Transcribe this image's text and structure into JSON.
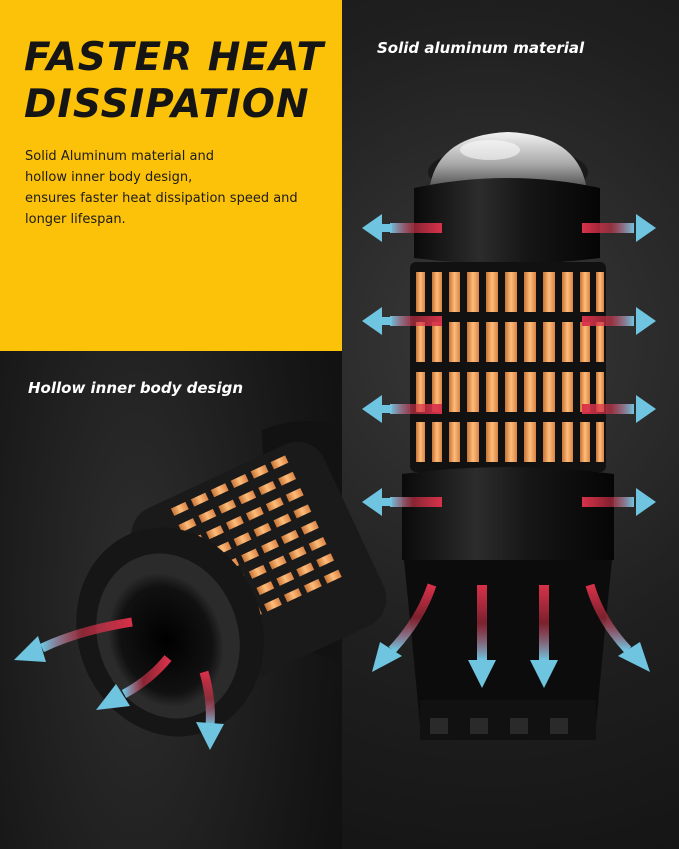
{
  "headline": {
    "line1": "FASTER HEAT",
    "line2": "DISSIPATION"
  },
  "description": {
    "lines": [
      "Solid Aluminum material and",
      "hollow inner body design,",
      "ensures faster heat dissipation speed and",
      "longer lifespan."
    ]
  },
  "callouts": {
    "top_right": "Solid aluminum material",
    "left": "Hollow inner body design"
  },
  "colors": {
    "accent_yellow": "#fcc209",
    "led_amber": "#f5a25b",
    "heat_red": "#d8324a",
    "cool_blue": "#6fc4e0"
  },
  "illustration": {
    "right": "led-bulb-side-view",
    "left": "led-bulb-bottom-view",
    "arrows": "heat-flow-arrows"
  }
}
